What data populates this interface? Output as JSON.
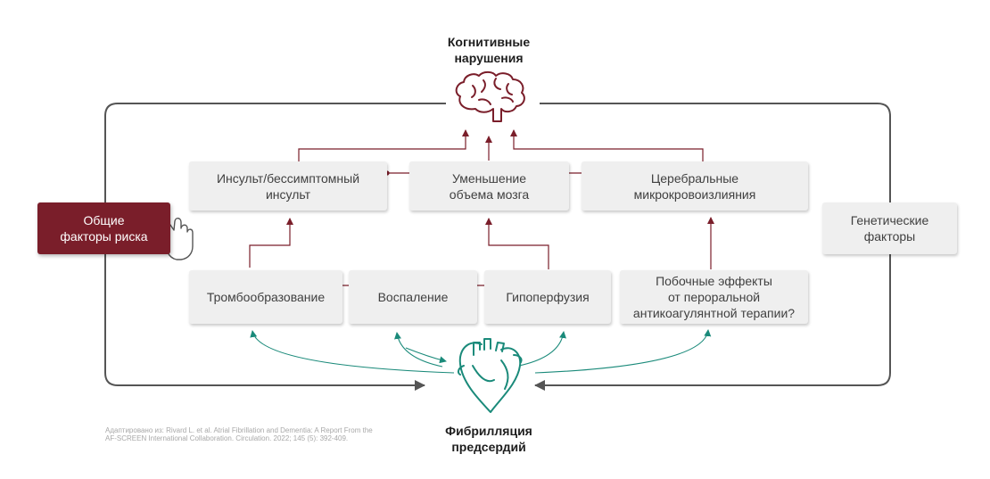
{
  "top_label": "Когнитивные\nнарушения",
  "bottom_label": "Фибрилляция\nпредсердий",
  "risk_factors": "Общие\nфакторы риска",
  "genetic_factors": "Генетические\nфакторы",
  "upper_boxes": {
    "stroke": "Инсульт/бессимптомный\nинсульт",
    "brain_volume": "Уменьшение\nобъема мозга",
    "microbleeds": "Церебральные\nмикрокровоизлияния"
  },
  "lower_boxes": {
    "thrombus": "Тромбообразование",
    "inflammation": "Воспаление",
    "hypoperfusion": "Гипоперфузия",
    "anticoagulant": "Побочные эффекты\nот пероральной\nантикоагулянтной терапии?"
  },
  "source_note": "Адаптировано из: Rivard L. et al. Atrial Fibrillation and Dementia: A Report From the AF-SCREEN International Collaboration. Circulation. 2022; 145 (5): 392-409.",
  "icons": [
    "brain-icon",
    "heart-icon",
    "hand-pointer-icon"
  ],
  "colors": {
    "accent_red": "#7a1e2a",
    "accent_teal": "#1a8a7a",
    "loop_gray": "#555555"
  }
}
